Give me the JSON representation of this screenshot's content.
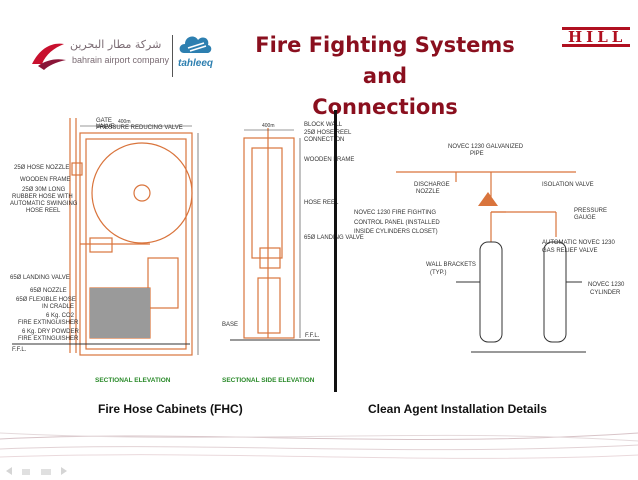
{
  "slide": {
    "title_line1": "Fire Fighting Systems and",
    "title_line2": "Connections",
    "accent_color": "#8a0f1e"
  },
  "logos": {
    "bahrain_arabic": "شركة مطار البحرين",
    "bahrain_english": "bahrain airport company",
    "tahleeq": "tahleeq",
    "hill": "HILL"
  },
  "drawings": {
    "fhc": {
      "front_labels": [
        "GATE VALVE",
        "PRESSURE REDUCING VALVE",
        "25Ø HOSE NOZZLE",
        "WOODEN FRAME",
        "25Ø 30M LONG",
        "RUBBER HOSE WITH",
        "AUTOMATIC SWINGING",
        "HOSE REEL",
        "65Ø LANDING VALVE",
        "65Ø NOZZLE",
        "65Ø FLEXIBLE HOSE",
        "IN CRADLE",
        "6 Kg. CO2",
        "FIRE EXTINGUISHER",
        "6 Kg. DRY POWDER",
        "FIRE EXTINGUISHER",
        "F.F.L."
      ],
      "side_labels": [
        "BLOCK WALL",
        "25Ø HOSE REEL",
        "CONNECTION",
        "WOODEN FRAME",
        "HOSE REEL",
        "65Ø LANDING VALVE",
        "BASE",
        "F.F.L."
      ],
      "dim_front": "400m",
      "dim_side": "400m",
      "section_front": "SECTIONAL ELEVATION",
      "section_side": "SECTIONAL SIDE ELEVATION"
    },
    "clean_agent": {
      "labels": [
        "NOVEC 1230 GALVANIZED",
        "PIPE",
        "DISCHARGE",
        "NOZZLE",
        "ISOLATION VALVE",
        "NOVEC 1230 FIRE FIGHTING",
        "CONTROL PANEL (INSTALLED",
        "INSIDE CYLINDERS CLOSET)",
        "PRESSURE",
        "GAUGE",
        "AUTOMATIC NOVEC 1230",
        "GAS RELIEF VALVE",
        "WALL BRACKETS",
        "(TYP.)",
        "NOVEC 1230",
        "CYLINDER"
      ]
    }
  },
  "captions": {
    "left": "Fire Hose Cabinets (FHC)",
    "right": "Clean Agent Installation Details"
  }
}
